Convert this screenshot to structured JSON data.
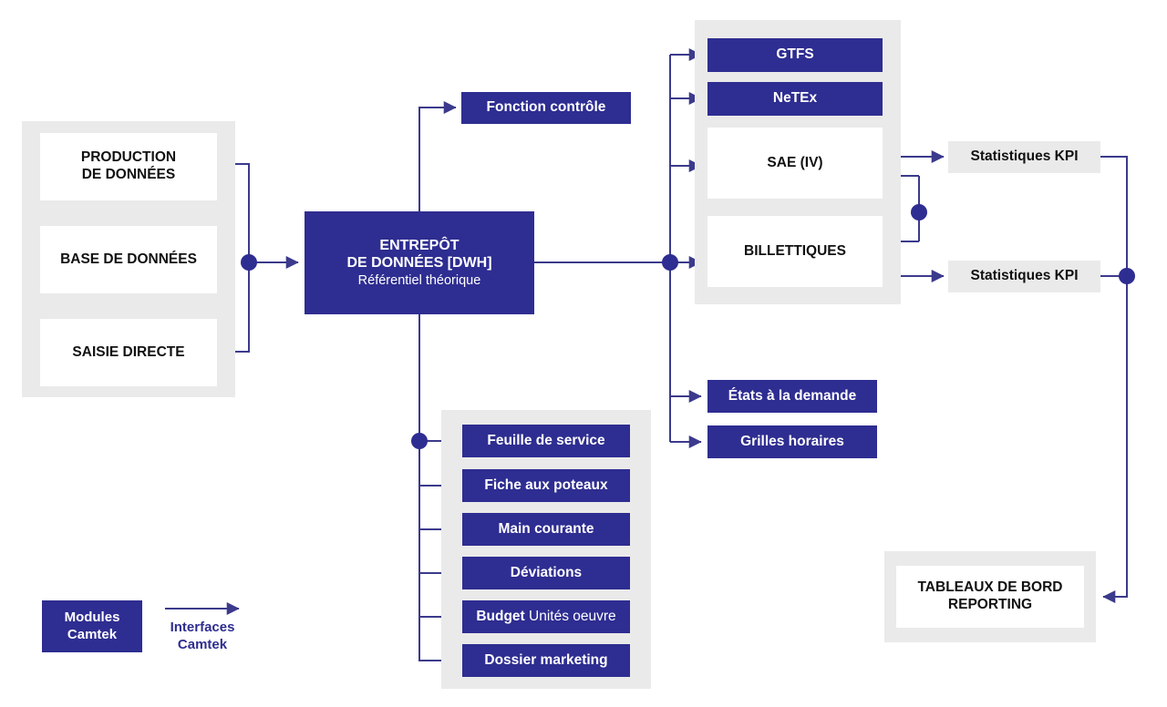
{
  "colors": {
    "navy": "#2e2d91",
    "line": "#3b3a8c",
    "group_gray": "#eaeaea",
    "white": "#ffffff",
    "text_dark": "#111111"
  },
  "sources": {
    "group_name": "sources-group",
    "items": [
      {
        "label": "PRODUCTION\nDE DONNÉES",
        "line1": "PRODUCTION",
        "line2": "DE DONNÉES"
      },
      {
        "label": "BASE DE DONNÉES",
        "line1": "BASE DE DONNÉES",
        "line2": ""
      },
      {
        "label": "SAISIE DIRECTE",
        "line1": "SAISIE DIRECTE",
        "line2": ""
      }
    ]
  },
  "warehouse": {
    "title_line1": "ENTREPÔT",
    "title_line2": "DE DONNÉES [DWH]",
    "subtitle": "Référentiel théorique"
  },
  "control": {
    "label": "Fonction contrôle"
  },
  "exports": {
    "group_name": "exports-group",
    "items": [
      {
        "label": "GTFS",
        "style": "navy"
      },
      {
        "label": "NeTEx",
        "style": "navy"
      },
      {
        "label": "SAE (IV)",
        "style": "white"
      },
      {
        "label": "BILLETTIQUES",
        "style": "white"
      }
    ]
  },
  "kpi": {
    "items": [
      {
        "label": "Statistiques KPI"
      },
      {
        "label": "Statistiques KPI"
      }
    ]
  },
  "reports": {
    "items": [
      {
        "label": "États à la demande"
      },
      {
        "label": "Grilles horaires"
      }
    ]
  },
  "modules": {
    "group_name": "modules-group",
    "items": [
      {
        "label": "Feuille de service",
        "bold_part": "Feuille de service",
        "light_part": ""
      },
      {
        "label": "Fiche aux poteaux",
        "bold_part": "Fiche aux poteaux",
        "light_part": ""
      },
      {
        "label": "Main courante",
        "bold_part": "Main courante",
        "light_part": ""
      },
      {
        "label": "Déviations",
        "bold_part": "Déviations",
        "light_part": ""
      },
      {
        "label": "Budget Unités oeuvre",
        "bold_part": "Budget ",
        "light_part": "Unités oeuvre"
      },
      {
        "label": "Dossier marketing",
        "bold_part": "Dossier marketing",
        "light_part": ""
      }
    ]
  },
  "dashboard": {
    "line1": "TABLEAUX DE BORD",
    "line2": "REPORTING"
  },
  "legend": {
    "modules_line1": "Modules",
    "modules_line2": "Camtek",
    "interfaces_line1": "Interfaces",
    "interfaces_line2": "Camtek"
  }
}
